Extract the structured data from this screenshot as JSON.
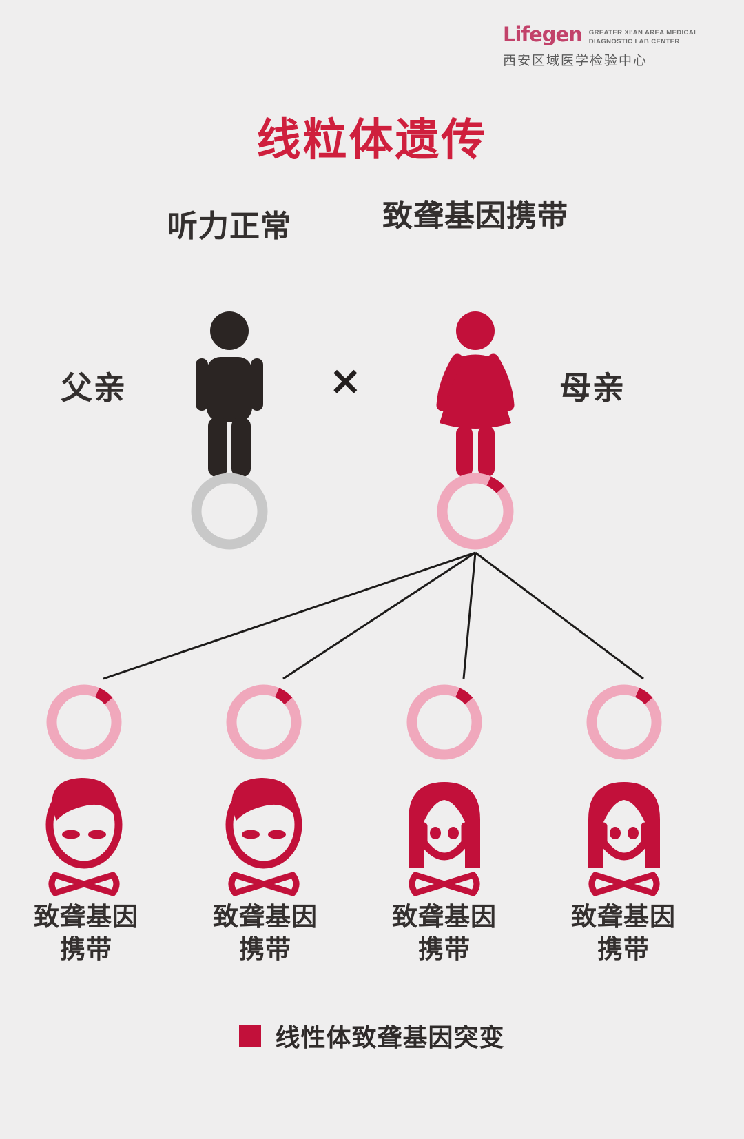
{
  "logo": {
    "word": "Lifegen",
    "sub_line1": "GREATER XI'AN AREA MEDICAL",
    "sub_line2": "DIAGNOSTIC LAB CENTER",
    "chinese": "西安区域医学检验中心",
    "word_color": "#c2426a"
  },
  "title": "线粒体遗传",
  "title_color": "#cf1f3d",
  "parents": {
    "father": {
      "side_label": "父亲",
      "status_label": "听力正常",
      "figure_color": "#2b2523",
      "mito_ring_color": "#c8c8c8",
      "mito_mutant_fraction": 0
    },
    "mother": {
      "side_label": "母亲",
      "status_label": "致聋基因携带",
      "figure_color": "#c2103a",
      "mito_ring_color": "#f0a8bc",
      "mito_mutant_color": "#c2103a",
      "mito_mutant_fraction": 0.07
    },
    "cross_symbol": "×"
  },
  "children": [
    {
      "sex": "boy",
      "caption": "致聋基因携带",
      "mito_ring_color": "#f0a8bc",
      "mito_mutant_color": "#c2103a",
      "mito_mutant_fraction": 0.07,
      "figure_color": "#c2103a"
    },
    {
      "sex": "boy",
      "caption": "致聋基因携带",
      "mito_ring_color": "#f0a8bc",
      "mito_mutant_color": "#c2103a",
      "mito_mutant_fraction": 0.07,
      "figure_color": "#c2103a"
    },
    {
      "sex": "girl",
      "caption": "致聋基因携带",
      "mito_ring_color": "#f0a8bc",
      "mito_mutant_color": "#c2103a",
      "mito_mutant_fraction": 0.07,
      "figure_color": "#c2103a"
    },
    {
      "sex": "girl",
      "caption": "致聋基因携带",
      "mito_ring_color": "#f0a8bc",
      "mito_mutant_color": "#c2103a",
      "mito_mutant_fraction": 0.07,
      "figure_color": "#c2103a"
    }
  ],
  "legend": {
    "swatch_color": "#c2103a",
    "label": "线性体致聋基因突变"
  },
  "background_color": "#efeeee",
  "connector_color": "#1d1b1a"
}
